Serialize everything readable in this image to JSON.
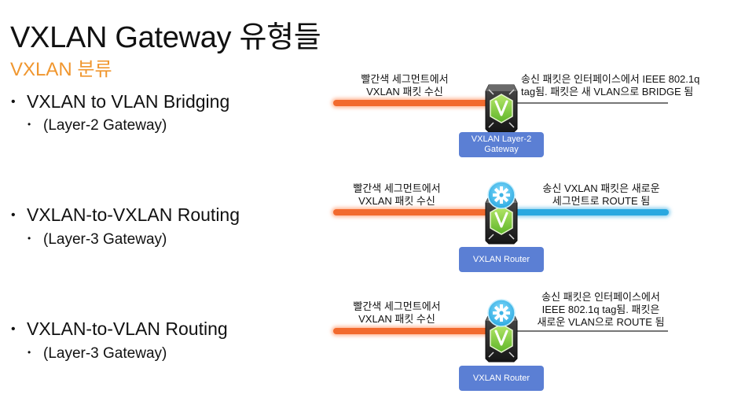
{
  "title": "VXLAN Gateway 유형들",
  "subtitle": "VXLAN 분류",
  "colors": {
    "accent": "#f0962e",
    "orange_segment": "#f26a2e",
    "blue_segment": "#29a8e0",
    "device_label": "#5b7fd4"
  },
  "bullets": [
    {
      "label": "VXLAN to VLAN Bridging",
      "sub": "(Layer-2 Gateway)"
    },
    {
      "label": "VXLAN-to-VXLAN Routing",
      "sub": "(Layer-3 Gateway)"
    },
    {
      "label": "VXLAN-to-VLAN Routing",
      "sub": "(Layer-3 Gateway)"
    }
  ],
  "diagrams": [
    {
      "receive_caption": [
        "빨간색 세그먼트에서",
        "VXLAN 패킷 수신"
      ],
      "send_caption": [
        "송신 패킷은 인터페이스에서 IEEE 802.1q",
        "tag됨. 패킷은 새 VLAN으로 BRIDGE 됨"
      ],
      "device_label": [
        "VXLAN Layer-2",
        "Gateway"
      ],
      "device_icon": "vxlan-switch-icon"
    },
    {
      "receive_caption": [
        "빨간색 세그먼트에서",
        "VXLAN 패킷 수신"
      ],
      "send_caption": [
        "송신 VXLAN 패킷은 새로운",
        "세그먼트로 ROUTE 됨"
      ],
      "device_label": [
        "VXLAN Router"
      ],
      "device_icon": "vxlan-switch-icon",
      "router_icon": "gear-icon"
    },
    {
      "receive_caption": [
        "빨간색 세그먼트에서",
        "VXLAN 패킷 수신"
      ],
      "send_caption": [
        "송신 패킷은 인터페이스에서",
        "IEEE 802.1q tag됨. 패킷은",
        "새로운 VLAN으로 ROUTE 됨"
      ],
      "device_label": [
        "VXLAN Router"
      ],
      "device_icon": "vxlan-switch-icon",
      "router_icon": "gear-icon"
    }
  ]
}
